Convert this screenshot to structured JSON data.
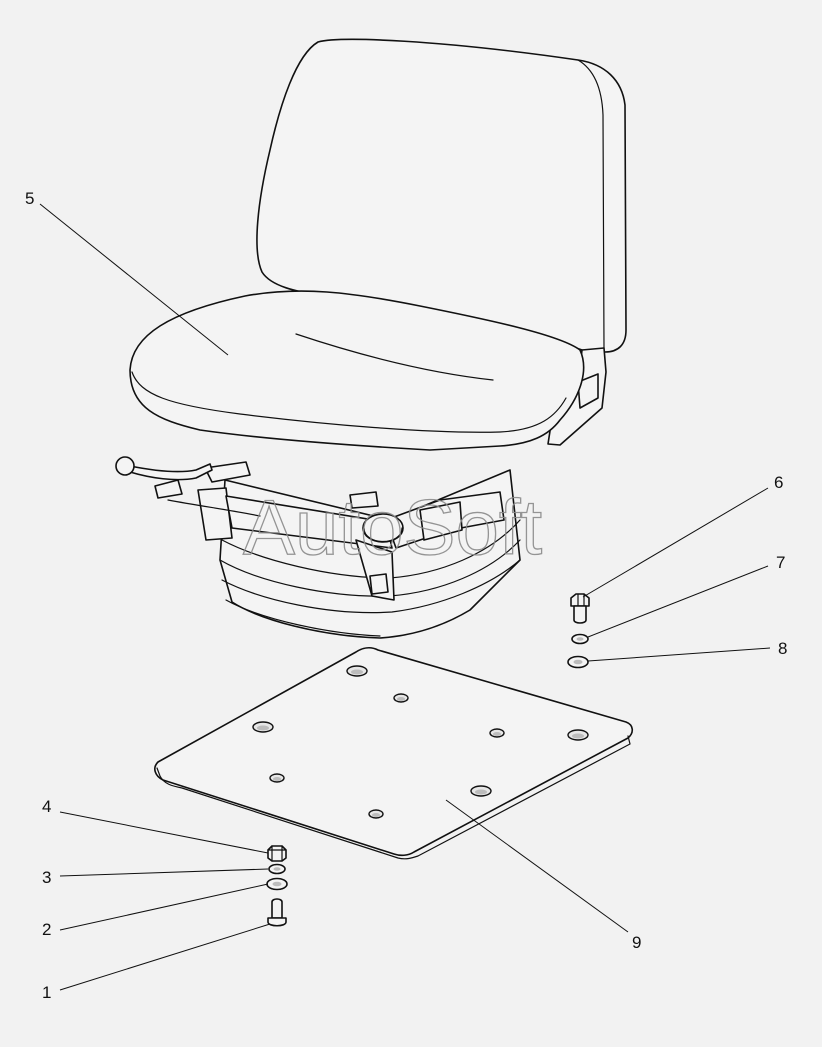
{
  "diagram": {
    "watermark": "AutoSoft",
    "callouts": {
      "c1": "1",
      "c2": "2",
      "c3": "3",
      "c4": "4",
      "c5": "5",
      "c6": "6",
      "c7": "7",
      "c8": "8",
      "c9": "9"
    }
  },
  "colors": {
    "background": "#f2f2f2",
    "line": "#111111",
    "watermark": "#8a8a8a"
  }
}
